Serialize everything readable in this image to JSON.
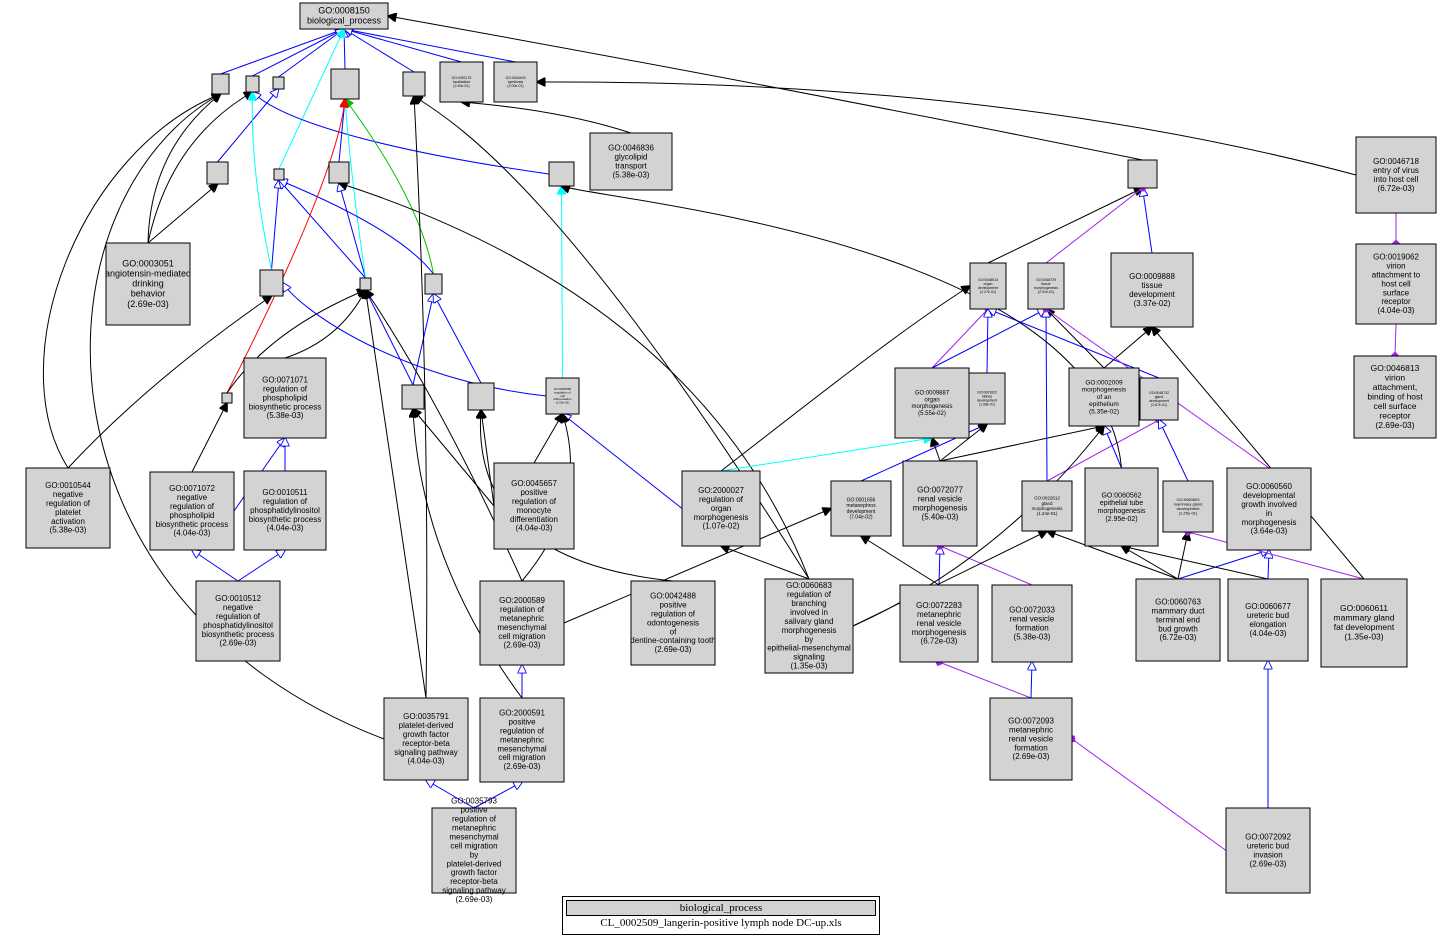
{
  "nodes": [
    {
      "id": "GO:0008150",
      "lines": [
        "GO:0008150",
        "biological_process"
      ]
    },
    {
      "id": "GO:0046836",
      "lines": [
        "GO:0046836",
        "glycolipid",
        "transport",
        "(5.38e-03)"
      ]
    },
    {
      "id": "GO:0046718",
      "lines": [
        "GO:0046718",
        "entry of virus",
        "into host cell",
        "(6.72e-03)"
      ]
    },
    {
      "id": "GO:0019062",
      "lines": [
        "GO:0019062",
        "virion",
        "attachment to",
        "host cell",
        "surface",
        "receptor",
        "(4.04e-03)"
      ]
    },
    {
      "id": "GO:0046813",
      "lines": [
        "GO:0046813",
        "virion",
        "attachment,",
        "binding of host",
        "cell surface",
        "receptor",
        "(2.69e-03)"
      ]
    },
    {
      "id": "GO:0003051",
      "lines": [
        "GO:0003051",
        "angiotensin-mediated",
        "drinking",
        "behavior",
        "(2.69e-03)"
      ]
    },
    {
      "id": "GO:0071071",
      "lines": [
        "GO:0071071",
        "regulation of",
        "phospholipid",
        "biosynthetic process",
        "(5.38e-03)"
      ]
    },
    {
      "id": "GO:0010544",
      "lines": [
        "GO:0010544",
        "negative",
        "regulation of",
        "platelet",
        "activation",
        "(5.38e-03)"
      ]
    },
    {
      "id": "GO:0071072",
      "lines": [
        "GO:0071072",
        "negative",
        "regulation of",
        "phospholipid",
        "biosynthetic process",
        "(4.04e-03)"
      ]
    },
    {
      "id": "GO:0010511",
      "lines": [
        "GO:0010511",
        "regulation of",
        "phosphatidylinositol",
        "biosynthetic process",
        "(4.04e-03)"
      ]
    },
    {
      "id": "GO:0010512",
      "lines": [
        "GO:0010512",
        "negative",
        "regulation of",
        "phosphatidylinositol",
        "biosynthetic process",
        "(2.69e-03)"
      ]
    },
    {
      "id": "GO:0045657",
      "lines": [
        "GO:0045657",
        "positive",
        "regulation of",
        "monocyte",
        "differentiation",
        "(4.04e-03)"
      ]
    },
    {
      "id": "GO:2000027",
      "lines": [
        "GO:2000027",
        "regulation of",
        "organ",
        "morphogenesis",
        "(1.07e-02)"
      ]
    },
    {
      "id": "GO:2000589",
      "lines": [
        "GO:2000589",
        "regulation of",
        "metanephric",
        "mesenchymal",
        "cell migration",
        "(2.69e-03)"
      ]
    },
    {
      "id": "GO:0042488",
      "lines": [
        "GO:0042488",
        "positive",
        "regulation of",
        "odontogenesis",
        "of",
        "dentine-containing tooth",
        "(2.69e-03)"
      ]
    },
    {
      "id": "GO:0060683",
      "lines": [
        "GO:0060683",
        "regulation of",
        "branching",
        "involved in",
        "salivary gland",
        "morphogenesis",
        "by",
        "epithelial-mesenchymal",
        "signaling",
        "(1.35e-03)"
      ]
    },
    {
      "id": "GO:2000591",
      "lines": [
        "GO:2000591",
        "positive",
        "regulation of",
        "metanephric",
        "mesenchymal",
        "cell migration",
        "(2.69e-03)"
      ]
    },
    {
      "id": "GO:0035791",
      "lines": [
        "GO:0035791",
        "platelet-derived",
        "growth factor",
        "receptor-beta",
        "signaling pathway",
        "(4.04e-03)"
      ]
    },
    {
      "id": "GO:0035793",
      "lines": [
        "GO:0035793",
        "positive",
        "regulation of",
        "metanephric",
        "mesenchymal",
        "cell migration",
        "by",
        "platelet-derived",
        "growth factor",
        "receptor-beta",
        "signaling pathway",
        "(2.69e-03)"
      ]
    },
    {
      "id": "GO:0009888",
      "lines": [
        "GO:0009888",
        "tissue",
        "development",
        "(3.37e-02)"
      ]
    },
    {
      "id": "GO:0009887",
      "lines": [
        "GO:0009887",
        "organ",
        "morphogenesis",
        "(5.55e-02)"
      ]
    },
    {
      "id": "GO:0002009",
      "lines": [
        "GO:0002009",
        "morphogenesis",
        "of an",
        "epithelium",
        "(5.35e-02)"
      ]
    },
    {
      "id": "GO:0001656",
      "lines": [
        "GO:0001656",
        "metanephros",
        "development",
        "(7.04e-02)"
      ]
    },
    {
      "id": "GO:0072077",
      "lines": [
        "GO:0072077",
        "renal vesicle",
        "morphogenesis",
        "(5.40e-03)"
      ]
    },
    {
      "id": "GO:0022612",
      "lines": [
        "GO:0022612",
        "gland",
        "morphogenesis",
        "(1.24e-01)"
      ]
    },
    {
      "id": "GO:0060562",
      "lines": [
        "GO:0060562",
        "epithelial tube",
        "morphogenesis",
        "(2.95e-02)"
      ]
    },
    {
      "id": "GO:0060603",
      "lines": [
        "GO:0060603",
        "mammary gland",
        "development",
        "(1.25e-01)"
      ]
    },
    {
      "id": "GO:0060560",
      "lines": [
        "GO:0060560",
        "developmental",
        "growth involved",
        "in",
        "morphogenesis",
        "(3.64e-03)"
      ]
    },
    {
      "id": "GO:0072283",
      "lines": [
        "GO:0072283",
        "metanephric",
        "renal vesicle",
        "morphogenesis",
        "(6.72e-03)"
      ]
    },
    {
      "id": "GO:0072033",
      "lines": [
        "GO:0072033",
        "renal vesicle",
        "formation",
        "(5.38e-03)"
      ]
    },
    {
      "id": "GO:0060763",
      "lines": [
        "GO:0060763",
        "mammary duct",
        "terminal end",
        "bud growth",
        "(6.72e-03)"
      ]
    },
    {
      "id": "GO:0060677",
      "lines": [
        "GO:0060677",
        "ureteric bud",
        "elongation",
        "(4.04e-03)"
      ]
    },
    {
      "id": "GO:0060611",
      "lines": [
        "GO:0060611",
        "mammary gland",
        "fat development",
        "(1.35e-03)"
      ]
    },
    {
      "id": "GO:0072093",
      "lines": [
        "GO:0072093",
        "metanephric",
        "renal vesicle",
        "formation",
        "(2.69e-03)"
      ]
    },
    {
      "id": "GO:0072092",
      "lines": [
        "GO:0072092",
        "ureteric bud",
        "invasion",
        "(2.69e-03)"
      ]
    },
    {
      "id": "GO:0051179",
      "lines": [
        "GO:0051179",
        "localization",
        "(2.40e-01)"
      ]
    },
    {
      "id": "GO:0044403",
      "lines": [
        "GO:0044403",
        "symbiosis",
        "(2.00e-01)"
      ]
    },
    {
      "id": "GO:0048513",
      "lines": [
        "GO:0048513",
        "organ",
        "development",
        "(2.27e-01)"
      ]
    },
    {
      "id": "GO:0048729",
      "lines": [
        "GO:0048729",
        "tissue",
        "morphogenesis",
        "(2.51e-01)"
      ]
    },
    {
      "id": "GO:0001822",
      "lines": [
        "GO:0001822",
        "kidney",
        "development",
        "(1.08e-01)"
      ]
    },
    {
      "id": "GO:0048732",
      "lines": [
        "GO:0048732",
        "gland",
        "development",
        "(2.87e-01)"
      ]
    },
    {
      "id": "GO:0045595",
      "lines": [
        "GO:0045595",
        "regulation of",
        "cell",
        "differentiation",
        "(1.53e-01)"
      ]
    }
  ],
  "legend": {
    "title": "biological_process",
    "file": "CL_0002509_langerin-positive lymph node DC-up.xls"
  },
  "colors": {
    "is_a": "#0000ff",
    "part_of": "#a020f0",
    "regulates": "#000000",
    "negatively_regulates": "#ff0000",
    "positively_regulates": "#00c000",
    "occurs_in": "#00ffff"
  }
}
